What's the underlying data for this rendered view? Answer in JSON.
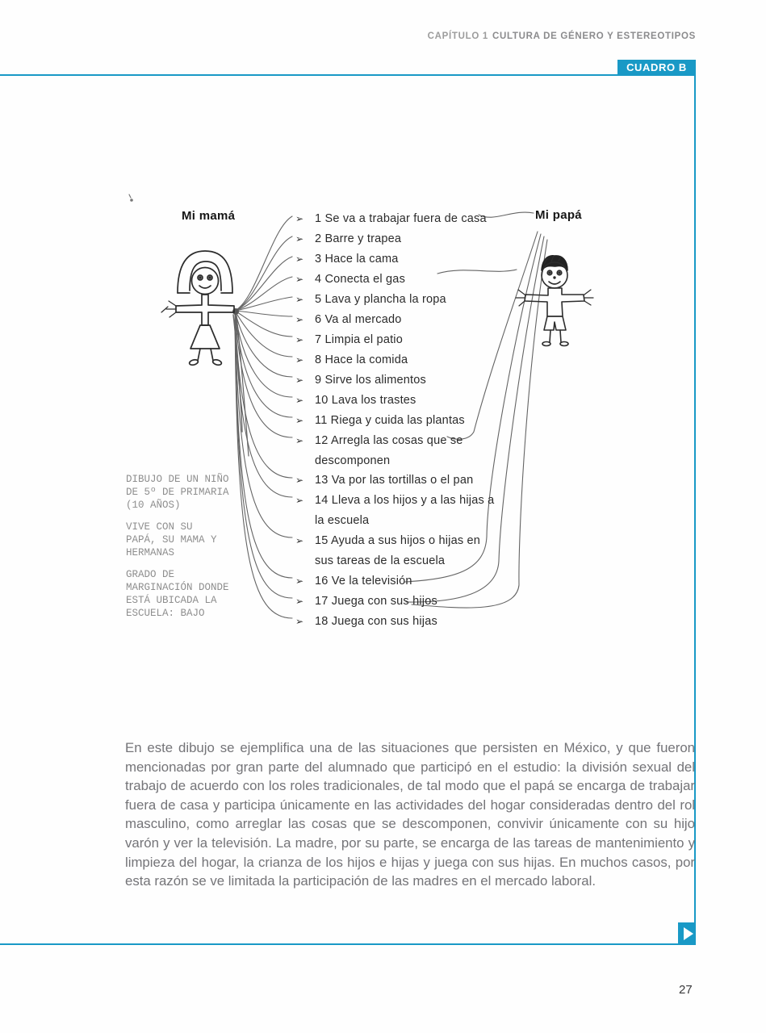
{
  "header": {
    "chapter": "CAPÍTULO 1",
    "title": "CULTURA DE GÉNERO Y ESTEREOTIPOS",
    "tab_label": "CUADRO B"
  },
  "page": {
    "number": "27"
  },
  "figure": {
    "mom_label": "Mi mamá",
    "dad_label": "Mi papá",
    "rows": [
      {
        "bullet": true,
        "text": "1 Se va a trabajar fuera de casa"
      },
      {
        "bullet": true,
        "text": "2 Barre y trapea"
      },
      {
        "bullet": true,
        "text": "3 Hace la cama"
      },
      {
        "bullet": true,
        "text": "4 Conecta el gas"
      },
      {
        "bullet": true,
        "text": "5 Lava y plancha la ropa"
      },
      {
        "bullet": true,
        "text": "6 Va al mercado"
      },
      {
        "bullet": true,
        "text": "7 Limpia el patio"
      },
      {
        "bullet": true,
        "text": "8 Hace la comida"
      },
      {
        "bullet": true,
        "text": "9 Sirve los alimentos"
      },
      {
        "bullet": true,
        "text": "10 Lava los trastes"
      },
      {
        "bullet": true,
        "text": "11 Riega y cuida las plantas"
      },
      {
        "bullet": true,
        "text": "12 Arregla las cosas que se"
      },
      {
        "bullet": false,
        "text": "descomponen"
      },
      {
        "bullet": true,
        "text": "13 Va por las tortillas o el pan"
      },
      {
        "bullet": true,
        "text": "14 Lleva a los hijos y a las hijas a"
      },
      {
        "bullet": false,
        "text": "la escuela"
      },
      {
        "bullet": true,
        "text": "15 Ayuda a sus hijos o hijas en"
      },
      {
        "bullet": false,
        "text": "sus tareas de la escuela"
      },
      {
        "bullet": true,
        "text": "16 Ve la televisión"
      },
      {
        "bullet": true,
        "text": "17 Juega con sus hijos"
      },
      {
        "bullet": true,
        "text": "18 Juega con sus hijas"
      }
    ]
  },
  "caption": {
    "blocks": [
      "DIBUJO DE UN NIÑO\nDE 5º DE PRIMARIA\n(10 AÑOS)",
      "VIVE CON SU\nPAPÁ, SU MAMA Y\nHERMANAS",
      "GRADO DE\nMARGINACIÓN DONDE\nESTÁ UBICADA LA\nESCUELA: BAJO"
    ]
  },
  "body": {
    "paragraph": "En este dibujo se ejemplifica una de las situaciones que persisten en México, y que fueron mencionadas por gran parte del alumnado que participó en el estudio: la división sexual del trabajo de acuerdo con los roles tradicionales, de tal modo que el papá se encarga de trabajar fuera de casa y participa únicamente en las actividades del hogar consideradas dentro del rol masculino, como arreglar las cosas que se descomponen, convivir únicamente con su hijo varón y ver la televisión. La madre, por su parte, se encarga de las tareas de mantenimiento y limpieza del hogar, la crianza de los hijos e hijas y juega con sus hijas. En muchos casos, por esta razón se ve limitada la participación de las madres en el mercado laboral.",
    "page_number": "27"
  },
  "icons": {
    "bullet": "➢",
    "play": "play-triangle"
  },
  "colors": {
    "accent": "#1999c6",
    "body_text": "#747478",
    "caption_text": "#8e8e8e",
    "header_text": "#8b8b8d",
    "sketch_ink": "#2c2c2c"
  }
}
